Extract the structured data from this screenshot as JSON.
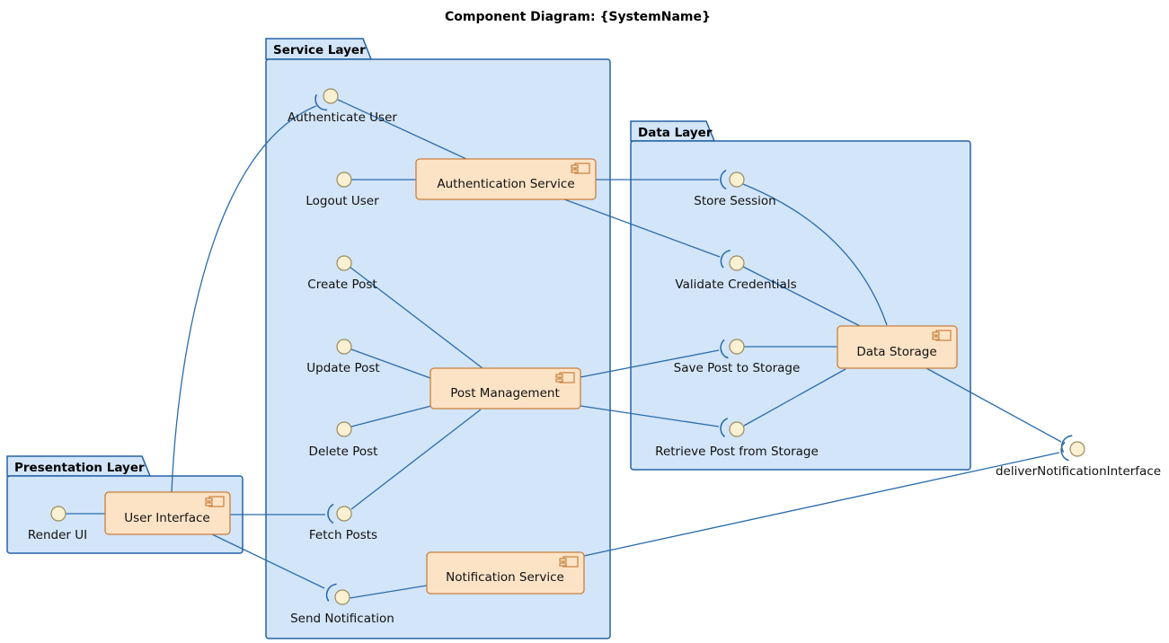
{
  "title": "Component Diagram: {SystemName}",
  "colors": {
    "background": "#ffffff",
    "package_fill": "#d3e5f8",
    "package_border": "#2563a6",
    "component_fill": "#fce3c6",
    "component_border": "#c9803d",
    "interface_fill": "#faf0d2",
    "interface_border": "#9a8b5e",
    "connector": "#2a6cac",
    "text": "#111111"
  },
  "packages": [
    {
      "name": "Service Layer",
      "components": [
        {
          "name": "Authentication Service"
        },
        {
          "name": "Post Management"
        },
        {
          "name": "Notification Service"
        }
      ],
      "interfaces": [
        {
          "label": "Authenticate User"
        },
        {
          "label": "Logout User"
        },
        {
          "label": "Create Post"
        },
        {
          "label": "Update Post"
        },
        {
          "label": "Delete Post"
        },
        {
          "label": "Fetch Posts"
        },
        {
          "label": "Send Notification"
        }
      ]
    },
    {
      "name": "Data Layer",
      "components": [
        {
          "name": "Data Storage"
        }
      ],
      "interfaces": [
        {
          "label": "Store Session"
        },
        {
          "label": "Validate Credentials"
        },
        {
          "label": "Save Post to Storage"
        },
        {
          "label": "Retrieve Post from Storage"
        }
      ]
    },
    {
      "name": "Presentation Layer",
      "components": [
        {
          "name": "User Interface"
        }
      ],
      "interfaces": [
        {
          "label": "Render UI"
        }
      ]
    }
  ],
  "external_interfaces": [
    {
      "label": "deliverNotificationInterface"
    }
  ],
  "connections": [
    {
      "from": "Render UI",
      "to": "User Interface"
    },
    {
      "from": "User Interface",
      "to": "Fetch Posts"
    },
    {
      "from": "User Interface",
      "to": "Send Notification"
    },
    {
      "from": "User Interface",
      "to": "Authenticate User"
    },
    {
      "from": "Authenticate User",
      "to": "Authentication Service"
    },
    {
      "from": "Logout User",
      "to": "Authentication Service"
    },
    {
      "from": "Authentication Service",
      "to": "Store Session"
    },
    {
      "from": "Authentication Service",
      "to": "Validate Credentials"
    },
    {
      "from": "Store Session",
      "to": "Data Storage"
    },
    {
      "from": "Validate Credentials",
      "to": "Data Storage"
    },
    {
      "from": "Create Post",
      "to": "Post Management"
    },
    {
      "from": "Update Post",
      "to": "Post Management"
    },
    {
      "from": "Delete Post",
      "to": "Post Management"
    },
    {
      "from": "Fetch Posts",
      "to": "Post Management"
    },
    {
      "from": "Post Management",
      "to": "Save Post to Storage"
    },
    {
      "from": "Post Management",
      "to": "Retrieve Post from Storage"
    },
    {
      "from": "Save Post to Storage",
      "to": "Data Storage"
    },
    {
      "from": "Retrieve Post from Storage",
      "to": "Data Storage"
    },
    {
      "from": "Send Notification",
      "to": "Notification Service"
    },
    {
      "from": "Notification Service",
      "to": "deliverNotificationInterface"
    },
    {
      "from": "Data Storage",
      "to": "deliverNotificationInterface"
    }
  ]
}
